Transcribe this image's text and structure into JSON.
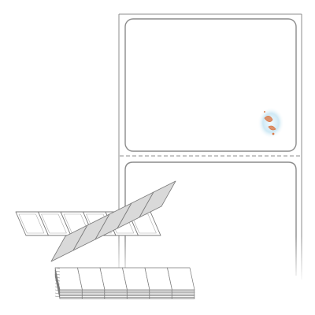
{
  "product": {
    "kind": "fanfold-label-sheet",
    "label_shape": "rounded-rectangle",
    "visible_labels_on_sheet": 2,
    "has_perforation": true,
    "has_hologram_watermark": true,
    "fanfold_stack_columns": 6
  },
  "colors": {
    "background": "#ffffff",
    "outline": "#8c8c8c",
    "label_edge": "#b0b0b0",
    "fold_shadow": "#d9d9d9",
    "stack_edge": "#7a7a7a",
    "hologram_accent": "#d97a4a"
  },
  "icons": {
    "watermark": "fish-hologram-icon"
  }
}
